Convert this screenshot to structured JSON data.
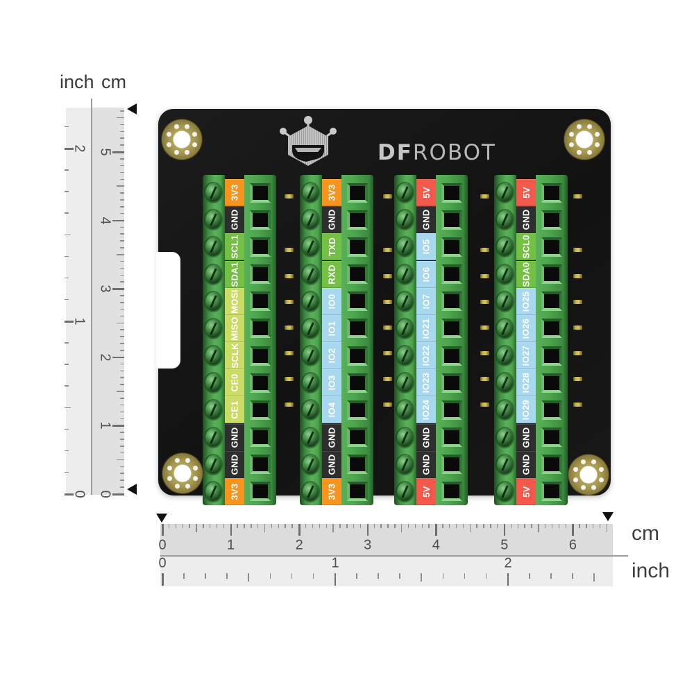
{
  "logo": {
    "brand_bold": "DF",
    "brand_light": "ROBOT"
  },
  "pin_colors": {
    "v33": "#F7941D",
    "v5": "#F2594B",
    "gnd": "#2E2E2E",
    "bus": "#74C044",
    "spi": "#CADC63",
    "io": "#A8D8EF",
    "label_text": "#FFFFFF"
  },
  "board_colors": {
    "pcb": "#161616",
    "terminal_green": "#4DA64D",
    "hole_gold": "#A3954D",
    "logo_gray": "#C6C6C6"
  },
  "groups": [
    {
      "name": "terminal-group-1",
      "pins": [
        {
          "label": "3V3",
          "type": "v33"
        },
        {
          "label": "GND",
          "type": "gnd"
        },
        {
          "label": "SCL1",
          "type": "bus"
        },
        {
          "label": "SDA1",
          "type": "bus"
        },
        {
          "label": "MOSI",
          "type": "spi"
        },
        {
          "label": "MISO",
          "type": "spi"
        },
        {
          "label": "SCLK",
          "type": "spi"
        },
        {
          "label": "CE0",
          "type": "spi"
        },
        {
          "label": "CE1",
          "type": "spi"
        },
        {
          "label": "GND",
          "type": "gnd"
        },
        {
          "label": "GND",
          "type": "gnd"
        },
        {
          "label": "3V3",
          "type": "v33"
        }
      ]
    },
    {
      "name": "terminal-group-2",
      "pins": [
        {
          "label": "3V3",
          "type": "v33"
        },
        {
          "label": "GND",
          "type": "gnd"
        },
        {
          "label": "TXD",
          "type": "bus"
        },
        {
          "label": "RXD",
          "type": "bus"
        },
        {
          "label": "IO0",
          "type": "io"
        },
        {
          "label": "IO1",
          "type": "io"
        },
        {
          "label": "IO2",
          "type": "io"
        },
        {
          "label": "IO3",
          "type": "io"
        },
        {
          "label": "IO4",
          "type": "io"
        },
        {
          "label": "GND",
          "type": "gnd"
        },
        {
          "label": "GND",
          "type": "gnd"
        },
        {
          "label": "3V3",
          "type": "v33"
        }
      ]
    },
    {
      "name": "terminal-group-3",
      "pins": [
        {
          "label": "5V",
          "type": "v5"
        },
        {
          "label": "GND",
          "type": "gnd"
        },
        {
          "label": "IO5",
          "type": "io"
        },
        {
          "label": "IO6",
          "type": "io"
        },
        {
          "label": "IO7",
          "type": "io"
        },
        {
          "label": "IO21",
          "type": "io"
        },
        {
          "label": "IO22",
          "type": "io"
        },
        {
          "label": "IO23",
          "type": "io"
        },
        {
          "label": "IO24",
          "type": "io"
        },
        {
          "label": "GND",
          "type": "gnd"
        },
        {
          "label": "GND",
          "type": "gnd"
        },
        {
          "label": "5V",
          "type": "v5"
        }
      ]
    },
    {
      "name": "terminal-group-4",
      "pins": [
        {
          "label": "5V",
          "type": "v5"
        },
        {
          "label": "GND",
          "type": "gnd"
        },
        {
          "label": "SCL0",
          "type": "bus"
        },
        {
          "label": "SDA0",
          "type": "bus"
        },
        {
          "label": "IO25",
          "type": "io"
        },
        {
          "label": "IO26",
          "type": "io"
        },
        {
          "label": "IO27",
          "type": "io"
        },
        {
          "label": "IO28",
          "type": "io"
        },
        {
          "label": "IO29",
          "type": "io"
        },
        {
          "label": "GND",
          "type": "gnd"
        },
        {
          "label": "GND",
          "type": "gnd"
        },
        {
          "label": "5V",
          "type": "v5"
        }
      ]
    }
  ],
  "rulers": {
    "left": {
      "header_inch": "inch",
      "header_cm": "cm",
      "cm_numbers": [
        "0",
        "1",
        "2",
        "3",
        "4",
        "5"
      ],
      "inch_numbers": [
        "0",
        "1",
        "2"
      ]
    },
    "bottom": {
      "cm_numbers": [
        "0",
        "1",
        "2",
        "3",
        "4",
        "5",
        "6"
      ],
      "inch_numbers": [
        "0",
        "1",
        "2"
      ],
      "unit_cm": "cm",
      "unit_inch": "inch"
    }
  }
}
